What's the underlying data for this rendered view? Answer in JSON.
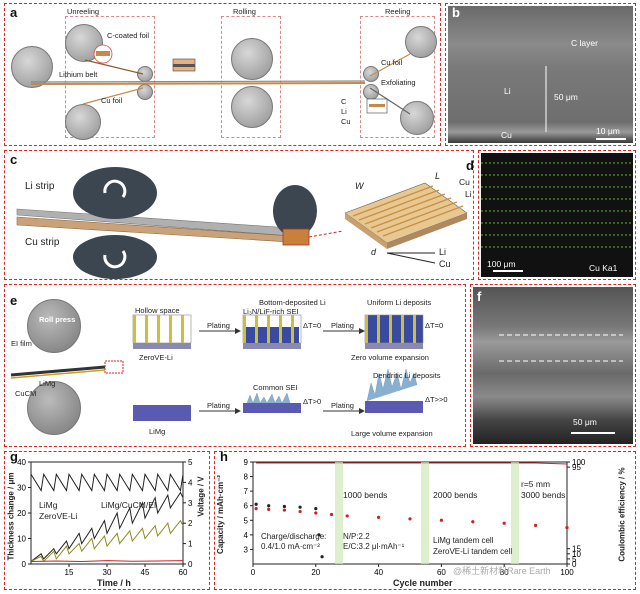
{
  "panels": {
    "a": {
      "label": "a",
      "unreeling": "Unreeling",
      "rolling": "Rolling",
      "reeling": "Reeling",
      "c_coated_foil": "C-coated foil",
      "lithium_belt": "Lithium belt",
      "cu_foil_left": "Cu foil",
      "cu_foil_right": "Cu foil",
      "exfoliating": "Exfoliating",
      "layer_c": "C",
      "layer_li": "Li",
      "layer_cu": "Cu"
    },
    "b": {
      "label": "b",
      "c_layer": "C layer",
      "li": "Li",
      "thickness": "50 μm",
      "cu": "Cu",
      "scale": "10 μm"
    },
    "c": {
      "label": "c",
      "li_strip": "Li strip",
      "cu_strip": "Cu strip",
      "w": "W",
      "l": "L",
      "d": "d",
      "li": "Li",
      "cu": "Cu"
    },
    "d": {
      "label": "d",
      "cu": "Cu",
      "li": "Li",
      "scale": "100 μm",
      "channel": "Cu Ka1"
    },
    "e": {
      "label": "e",
      "hollow_space": "Hollow space",
      "bottom_li": "Bottom-deposited Li",
      "li3n_sei": "Li₃N/LiF-rich SEI",
      "uniform_li": "Uniform Li deposits",
      "ei_film": "EI film",
      "roll_press": "Roll press",
      "plating1": "Plating",
      "plating2": "Plating",
      "plating3": "Plating",
      "plating4": "Plating",
      "dt_zero1": "ΔT=0",
      "dt_zero2": "ΔT=0",
      "zerove": "ZeroVE-Li",
      "zero_exp": "Zero volume expansion",
      "limg_left": "LiMg",
      "cucm": "CuCM",
      "common_sei": "Common SEI",
      "dendritic": "Dendritic Li deposits",
      "dt_pos": "ΔT>0",
      "dt_pos2": "ΔT>>0",
      "limg_bottom": "LiMg",
      "large_exp": "Large volume expansion"
    },
    "f": {
      "label": "f",
      "scale": "50 μm"
    },
    "g": {
      "label": "g",
      "ylabel_left": "Thickness change / μm",
      "ylabel_right": "Voltage / V",
      "xlabel": "Time / h",
      "legend_limg": "LiMg",
      "legend_limg_cucm": "LiMg/CuCM/EI",
      "legend_zerove": "ZeroVE-Li"
    },
    "h": {
      "label": "h",
      "ylabel_left": "Capacity / mAh·cm⁻²",
      "ylabel_right": "Coulombic efficiency / %",
      "xlabel": "Cycle number",
      "bends_1000": "1000 bends",
      "bends_2000": "2000 bends",
      "bends_3000": "3000 bends",
      "r_label": "r=5 mm",
      "charge1": "Charge/discharge:",
      "charge2": "0.4/1.0 mA·cm⁻²",
      "np": "N/P:2.2",
      "ec": "E/C:3.2 μl·mAh⁻¹",
      "legend_limg": "LiMg tandem cell",
      "legend_zerove": "ZeroVE-Li tandem cell",
      "watermark": "@稀土新材料Rare Earth"
    }
  },
  "chart_data": [
    {
      "type": "line",
      "panel": "g",
      "xlabel": "Time / h",
      "ylabel": "Thickness change / μm",
      "y2label": "Voltage / V",
      "xlim": [
        0,
        60
      ],
      "ylim": [
        0,
        40
      ],
      "y2lim": [
        0,
        5
      ],
      "xticks": [
        15,
        30,
        45,
        60
      ],
      "yticks": [
        0,
        10,
        20,
        30,
        40
      ],
      "y2ticks": [
        0,
        1,
        2,
        3,
        4,
        5
      ],
      "series": [
        {
          "name": "LiMg",
          "color": "#222222",
          "x": [
            0,
            4,
            5,
            9,
            10,
            14,
            15,
            19,
            20,
            24,
            25,
            29,
            30,
            34,
            35,
            39,
            40,
            44,
            45,
            49,
            50,
            54,
            55,
            59,
            60
          ],
          "y": [
            1,
            4,
            2,
            6,
            4,
            9,
            6,
            12,
            8,
            14,
            10,
            17,
            12,
            20,
            14,
            22,
            16,
            24,
            18,
            26,
            20,
            27,
            22,
            28,
            26
          ]
        },
        {
          "name": "LiMg/CuCM/EI",
          "color": "#8a8a20",
          "x": [
            0,
            4,
            5,
            9,
            10,
            14,
            15,
            19,
            20,
            24,
            25,
            29,
            30,
            34,
            35,
            39,
            40,
            44,
            45,
            49,
            50,
            54,
            55,
            59,
            60
          ],
          "y": [
            1,
            3,
            1,
            5,
            2,
            7,
            4,
            8,
            5,
            10,
            6,
            11,
            7,
            12,
            8,
            13,
            9,
            14,
            10,
            15,
            11,
            16,
            12,
            17,
            15
          ]
        },
        {
          "name": "ZeroVE-Li",
          "color": "#d02020",
          "x": [
            0,
            10,
            20,
            30,
            40,
            50,
            60
          ],
          "y": [
            1,
            1.2,
            1,
            1.3,
            1.1,
            1.2,
            1.3
          ]
        },
        {
          "name": "Voltage",
          "axis": "right",
          "color": "#222222",
          "x": [
            0,
            4,
            5,
            9,
            10,
            14,
            15,
            19,
            20,
            24,
            25,
            29,
            30,
            34,
            35,
            39,
            40,
            44,
            45,
            49,
            50,
            54,
            55,
            59,
            60
          ],
          "y": [
            4.4,
            3.6,
            4.4,
            3.6,
            4.4,
            3.6,
            4.4,
            3.6,
            4.4,
            3.6,
            4.4,
            3.6,
            4.4,
            3.6,
            4.4,
            3.6,
            4.4,
            3.6,
            4.4,
            3.6,
            4.4,
            3.6,
            4.4,
            3.6,
            4.4
          ]
        }
      ]
    },
    {
      "type": "scatter",
      "panel": "h",
      "xlabel": "Cycle number",
      "ylabel": "Capacity / mAh·cm⁻²",
      "y2label": "Coulombic efficiency / %",
      "xlim": [
        0,
        100
      ],
      "ylim": [
        2,
        9
      ],
      "y2lim": [
        0,
        100
      ],
      "xticks": [
        0,
        20,
        40,
        60,
        80,
        100
      ],
      "yticks": [
        3,
        4,
        5,
        6,
        7,
        8,
        9
      ],
      "y2ticks": [
        0,
        5,
        10,
        15,
        95,
        100
      ],
      "series": [
        {
          "name": "LiMg tandem cell",
          "color": "#d02020",
          "x": [
            1,
            5,
            10,
            15,
            20,
            25,
            30,
            40,
            50,
            60,
            70,
            80,
            90,
            100
          ],
          "y": [
            5.8,
            5.75,
            5.7,
            5.6,
            5.5,
            5.4,
            5.3,
            5.2,
            5.1,
            5.0,
            4.9,
            4.8,
            4.65,
            4.5
          ]
        },
        {
          "name": "ZeroVE-Li tandem cell",
          "color": "#222222",
          "x": [
            1,
            5,
            10,
            15,
            20,
            21,
            22
          ],
          "y": [
            6.1,
            6.0,
            5.95,
            5.9,
            5.8,
            4.0,
            2.5
          ]
        },
        {
          "name": "Coulombic efficiency",
          "axis": "right",
          "color": "#d02020",
          "x": [
            1,
            10,
            20,
            30,
            40,
            50,
            60,
            70,
            80,
            90,
            100
          ],
          "y": [
            99,
            99,
            99,
            99,
            99,
            99,
            99,
            99,
            99,
            99,
            98
          ]
        }
      ]
    }
  ]
}
